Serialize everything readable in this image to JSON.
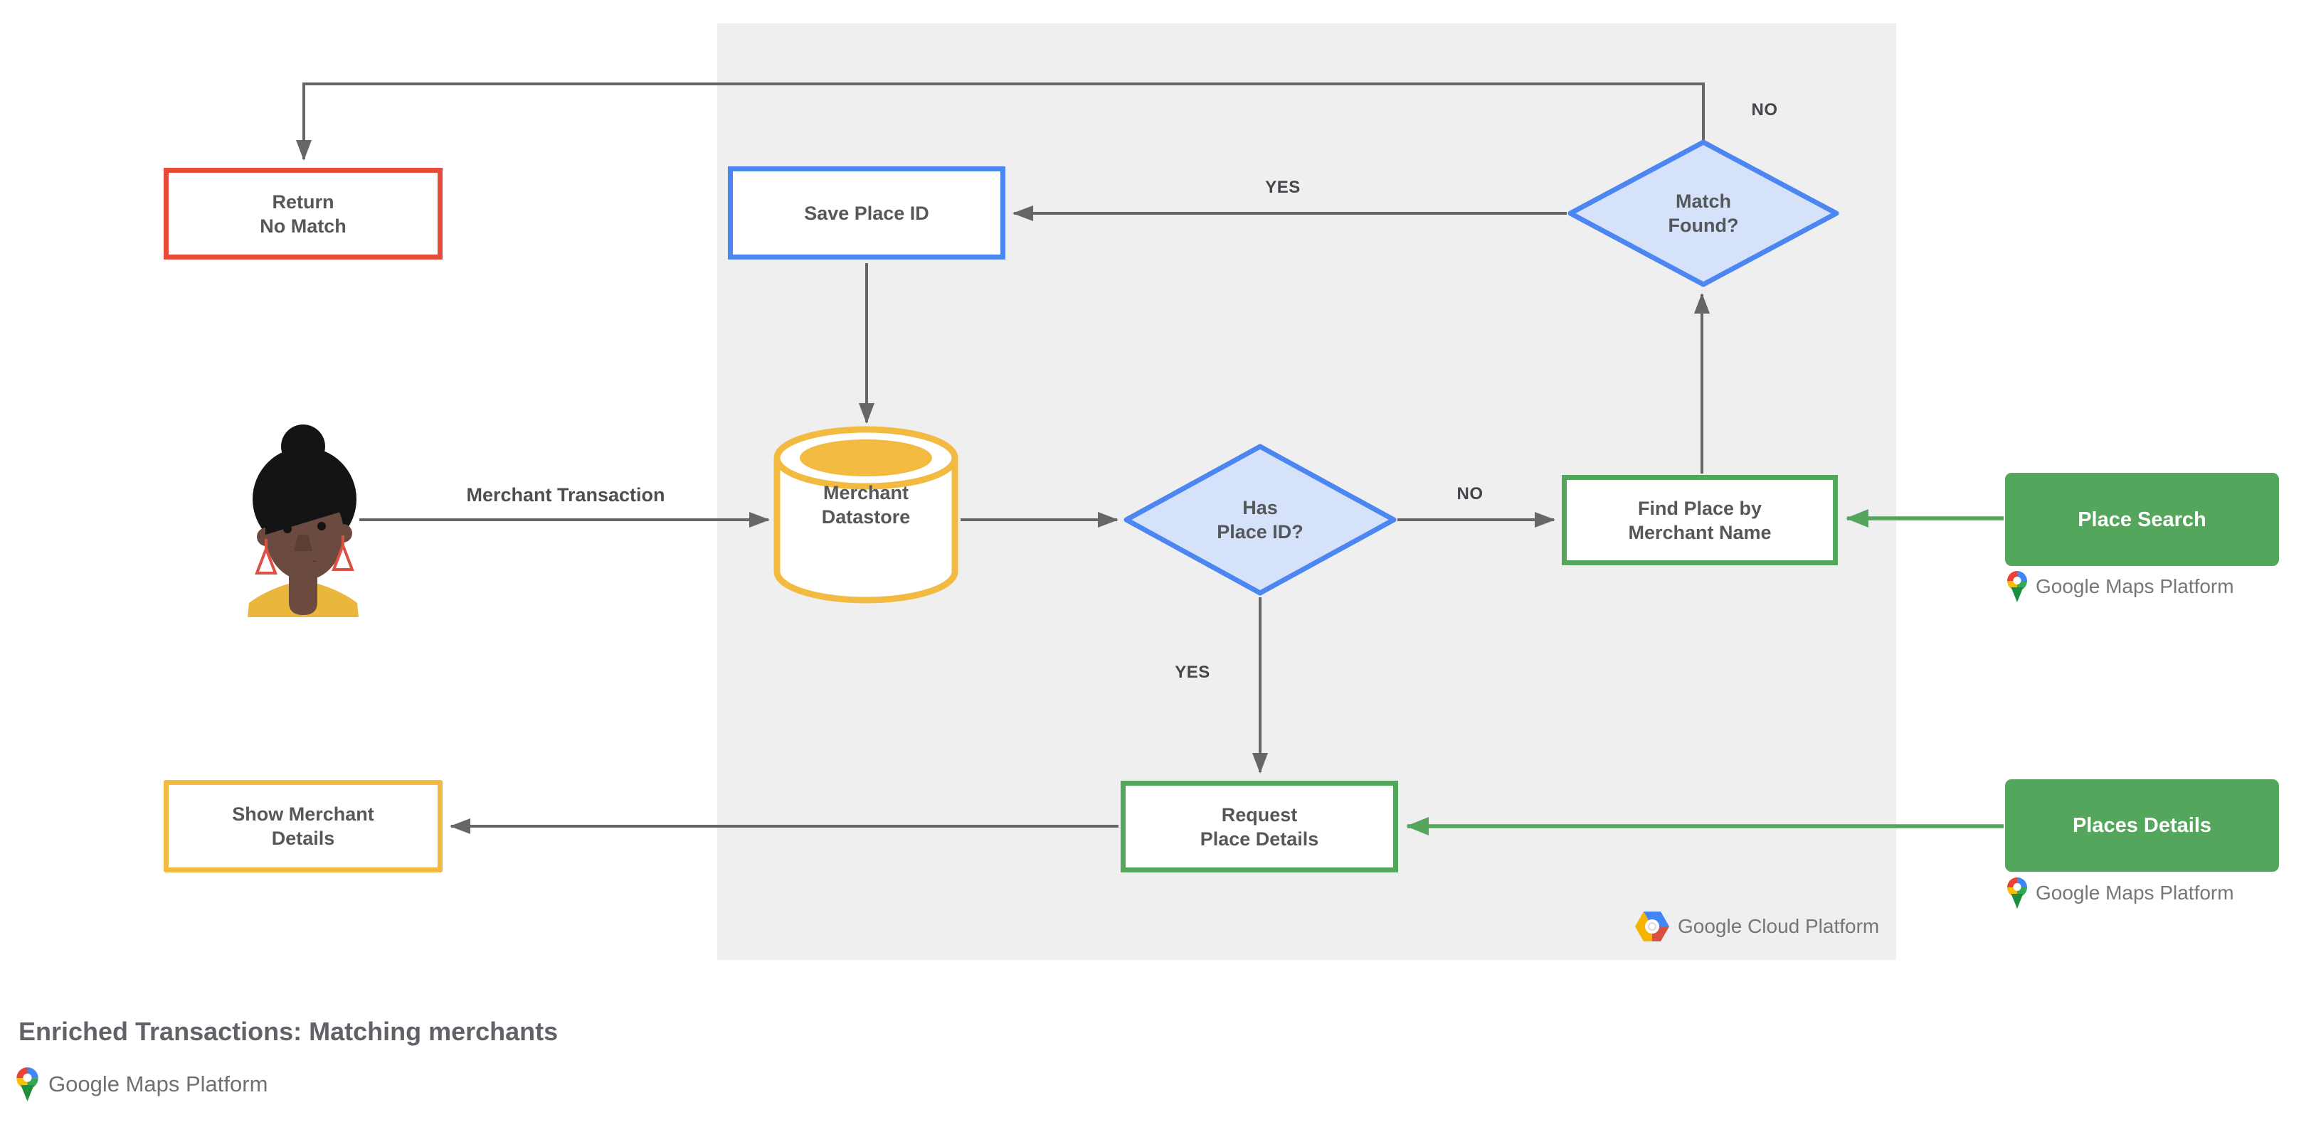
{
  "title": "Enriched Transactions: Matching merchants",
  "colors": {
    "panel_bg": "#efefef",
    "line_gray": "#666667",
    "red": "#e74b3c",
    "blue": "#4c86f1",
    "blue_light": "#d6e2f9",
    "yellow": "#f3ba42",
    "green": "#54a65c",
    "node_text": "#55585b",
    "title_text": "#5f6368",
    "logo_text": "#767676"
  },
  "actor": {
    "name": "merchant-user",
    "edge_label": "Merchant Transaction"
  },
  "nodes": {
    "return_no_match": {
      "line1": "Return",
      "line2": "No Match"
    },
    "save_place_id": {
      "label": "Save Place ID"
    },
    "match_found": {
      "line1": "Match",
      "line2": "Found?"
    },
    "merchant_datastore": {
      "line1": "Merchant",
      "line2": "Datastore"
    },
    "has_place_id": {
      "line1": "Has",
      "line2": "Place ID?"
    },
    "find_place": {
      "line1": "Find Place by",
      "line2": "Merchant Name"
    },
    "request_place_details": {
      "line1": "Request",
      "line2": "Place Details"
    },
    "show_merchant_details": {
      "line1": "Show Merchant",
      "line2": "Details"
    },
    "place_search": {
      "label": "Place Search"
    },
    "places_details": {
      "label": "Places Details"
    }
  },
  "edge_labels": {
    "match_found_no": "NO",
    "match_found_yes": "YES",
    "has_place_id_no": "NO",
    "has_place_id_yes": "YES"
  },
  "logos": {
    "gcp": "Google Cloud Platform",
    "gmp": "Google Maps Platform"
  }
}
